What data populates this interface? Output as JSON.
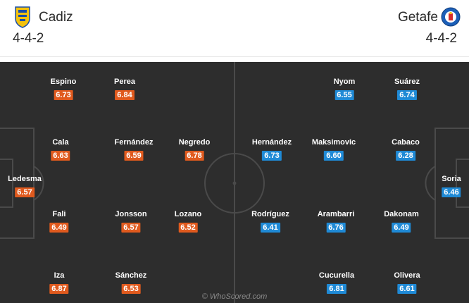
{
  "home": {
    "name": "Cadiz",
    "formation": "4-4-2",
    "color": "#e05a1e",
    "crest_icon": "cadiz-crest-icon",
    "players": [
      {
        "name": "Espino",
        "rating": "6.73"
      },
      {
        "name": "Perea",
        "rating": "6.84"
      },
      {
        "name": "Cala",
        "rating": "6.63"
      },
      {
        "name": "Fernández",
        "rating": "6.59"
      },
      {
        "name": "Negredo",
        "rating": "6.78"
      },
      {
        "name": "Ledesma",
        "rating": "6.57"
      },
      {
        "name": "Fali",
        "rating": "6.49"
      },
      {
        "name": "Jonsson",
        "rating": "6.57"
      },
      {
        "name": "Lozano",
        "rating": "6.52"
      },
      {
        "name": "Iza",
        "rating": "6.87"
      },
      {
        "name": "Sánchez",
        "rating": "6.53"
      }
    ]
  },
  "away": {
    "name": "Getafe",
    "formation": "4-4-2",
    "color": "#1f8ad6",
    "crest_icon": "getafe-crest-icon",
    "players": [
      {
        "name": "Nyom",
        "rating": "6.55"
      },
      {
        "name": "Suárez",
        "rating": "6.74"
      },
      {
        "name": "Hernández",
        "rating": "6.73"
      },
      {
        "name": "Maksimovic",
        "rating": "6.60"
      },
      {
        "name": "Cabaco",
        "rating": "6.28"
      },
      {
        "name": "Soria",
        "rating": "6.46"
      },
      {
        "name": "Rodríguez",
        "rating": "6.41"
      },
      {
        "name": "Arambarri",
        "rating": "6.76"
      },
      {
        "name": "Dakonam",
        "rating": "6.49"
      },
      {
        "name": "Cucurella",
        "rating": "6.81"
      },
      {
        "name": "Olivera",
        "rating": "6.61"
      }
    ]
  },
  "watermark": "© WhoScored.com"
}
